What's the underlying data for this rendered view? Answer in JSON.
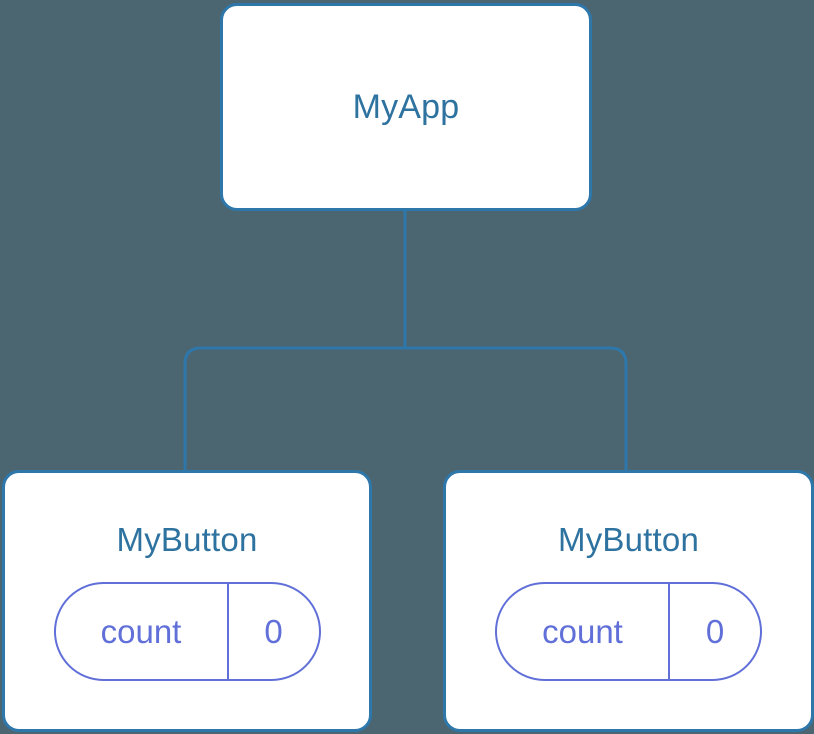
{
  "diagram": {
    "type": "component-tree",
    "background_color": "#4c6671",
    "node_border_color": "#2e77ab",
    "node_text_color": "#2e72a0",
    "state_accent_color": "#6170d8",
    "edge_color": "#2e77ab",
    "root": {
      "title": "MyApp"
    },
    "children": [
      {
        "title": "MyButton",
        "state": {
          "key": "count",
          "value": "0"
        }
      },
      {
        "title": "MyButton",
        "state": {
          "key": "count",
          "value": "0"
        }
      }
    ]
  }
}
